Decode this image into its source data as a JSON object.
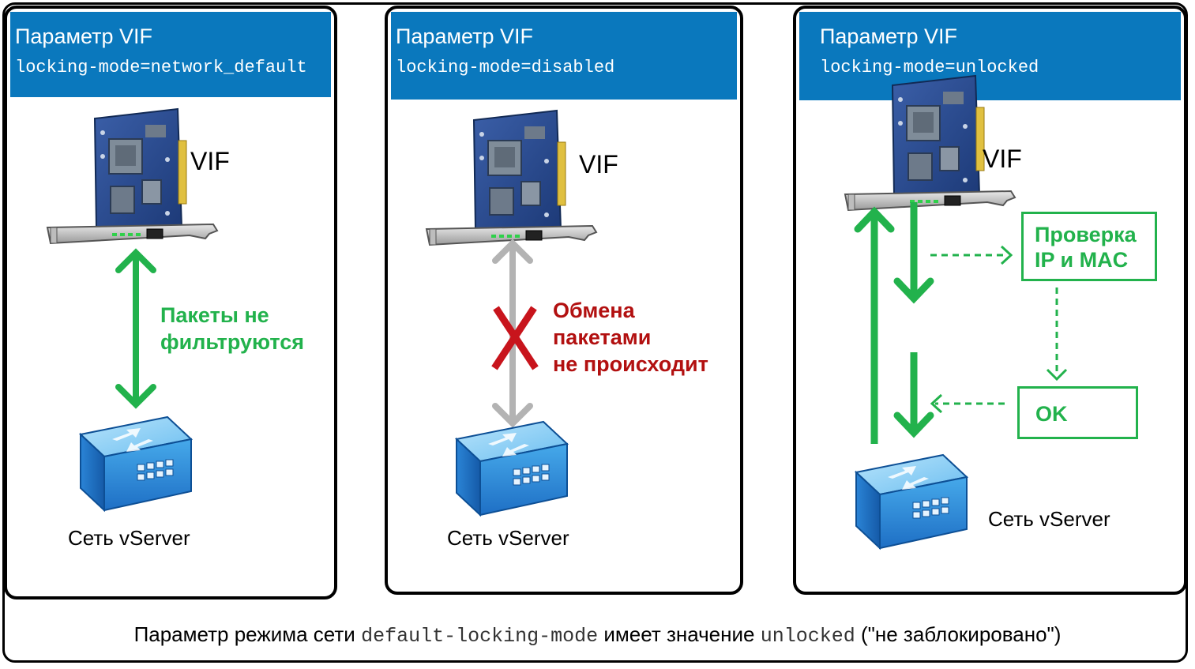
{
  "colors": {
    "header_blue": "#0a78bd",
    "green": "#22b24c",
    "red": "#b21010",
    "gray_arrow": "#b3b3b3"
  },
  "panels": [
    {
      "title": "Параметр VIF",
      "param": "locking-mode=network_default",
      "vif_label": "VIF",
      "network_label": "Сеть vServer",
      "status": [
        "Пакеты не",
        "фильтруются"
      ]
    },
    {
      "title": "Параметр VIF",
      "param": "locking-mode=disabled",
      "vif_label": "VIF",
      "network_label": "Сеть vServer",
      "status": [
        "Обмена",
        "пакетами",
        "не происходит"
      ],
      "block_mark": "X"
    },
    {
      "title": "Параметр VIF",
      "param": "locking-mode=unlocked",
      "vif_label": "VIF",
      "network_label": "Сеть vServer",
      "check_box": [
        "Проверка",
        "IP и MAC"
      ],
      "ok_box": "OK"
    }
  ],
  "footer": {
    "text_before": "Параметр режима сети",
    "code1": "default-locking-mode",
    "text_middle": "имеет значение",
    "code2": "unlocked",
    "text_after": "(\"не заблокировано\")"
  },
  "icons": [
    "nic-card-icon",
    "network-switch-icon",
    "bidirectional-arrow-icon",
    "block-x-icon"
  ]
}
